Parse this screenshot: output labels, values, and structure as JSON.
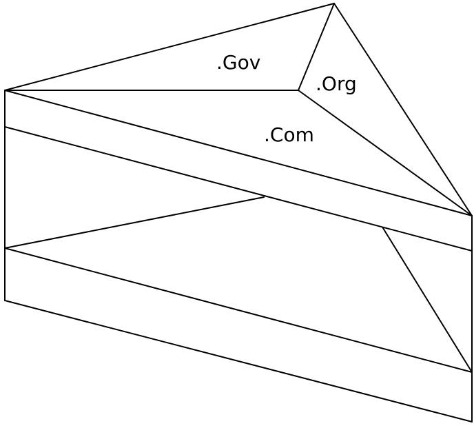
{
  "diagram": {
    "labels": {
      "gov": ".Gov",
      "org": ".Org",
      "com": ".Com"
    },
    "colors": {
      "stroke": "#000000",
      "background": "#ffffff"
    }
  }
}
